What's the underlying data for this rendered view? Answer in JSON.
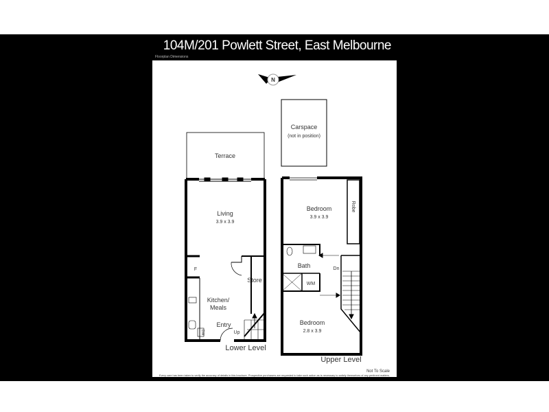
{
  "header": {
    "title": "104M/201 Powlett Street, East Melbourne",
    "subtitle": "Floorplan Dimensions"
  },
  "compass": {
    "label": "N"
  },
  "rooms": {
    "carspace": {
      "name": "Carspace",
      "note": "(not in position)"
    },
    "terrace": {
      "name": "Terrace"
    },
    "living": {
      "name": "Living",
      "size": "3.9 x 3.9"
    },
    "fridge": {
      "name": "F"
    },
    "store": {
      "name": "Store"
    },
    "kitchen": {
      "name_line1": "Kitchen/",
      "name_line2": "Meals"
    },
    "entry": {
      "name": "Entry"
    },
    "up": {
      "name": "Up"
    },
    "dw": {
      "name": "DW"
    },
    "bedroom1": {
      "name": "Bedroom",
      "size": "3.9 x 3.9"
    },
    "robe": {
      "name": "Robe"
    },
    "bath": {
      "name": "Bath"
    },
    "wm": {
      "name": "WM"
    },
    "dn": {
      "name": "Dn"
    },
    "bedroom2": {
      "name": "Bedroom",
      "size": "2.8 x 3.9"
    }
  },
  "levels": {
    "lower": "Lower Level",
    "upper": "Upper Level"
  },
  "footer": {
    "scale": "Not To Scale",
    "disclaimer": "Every care has been taken to verify the accuracy of details in this brochure. Prospective purchasers are requested to take such action as is necessary to satisfy themselves of any pertinent matters."
  }
}
